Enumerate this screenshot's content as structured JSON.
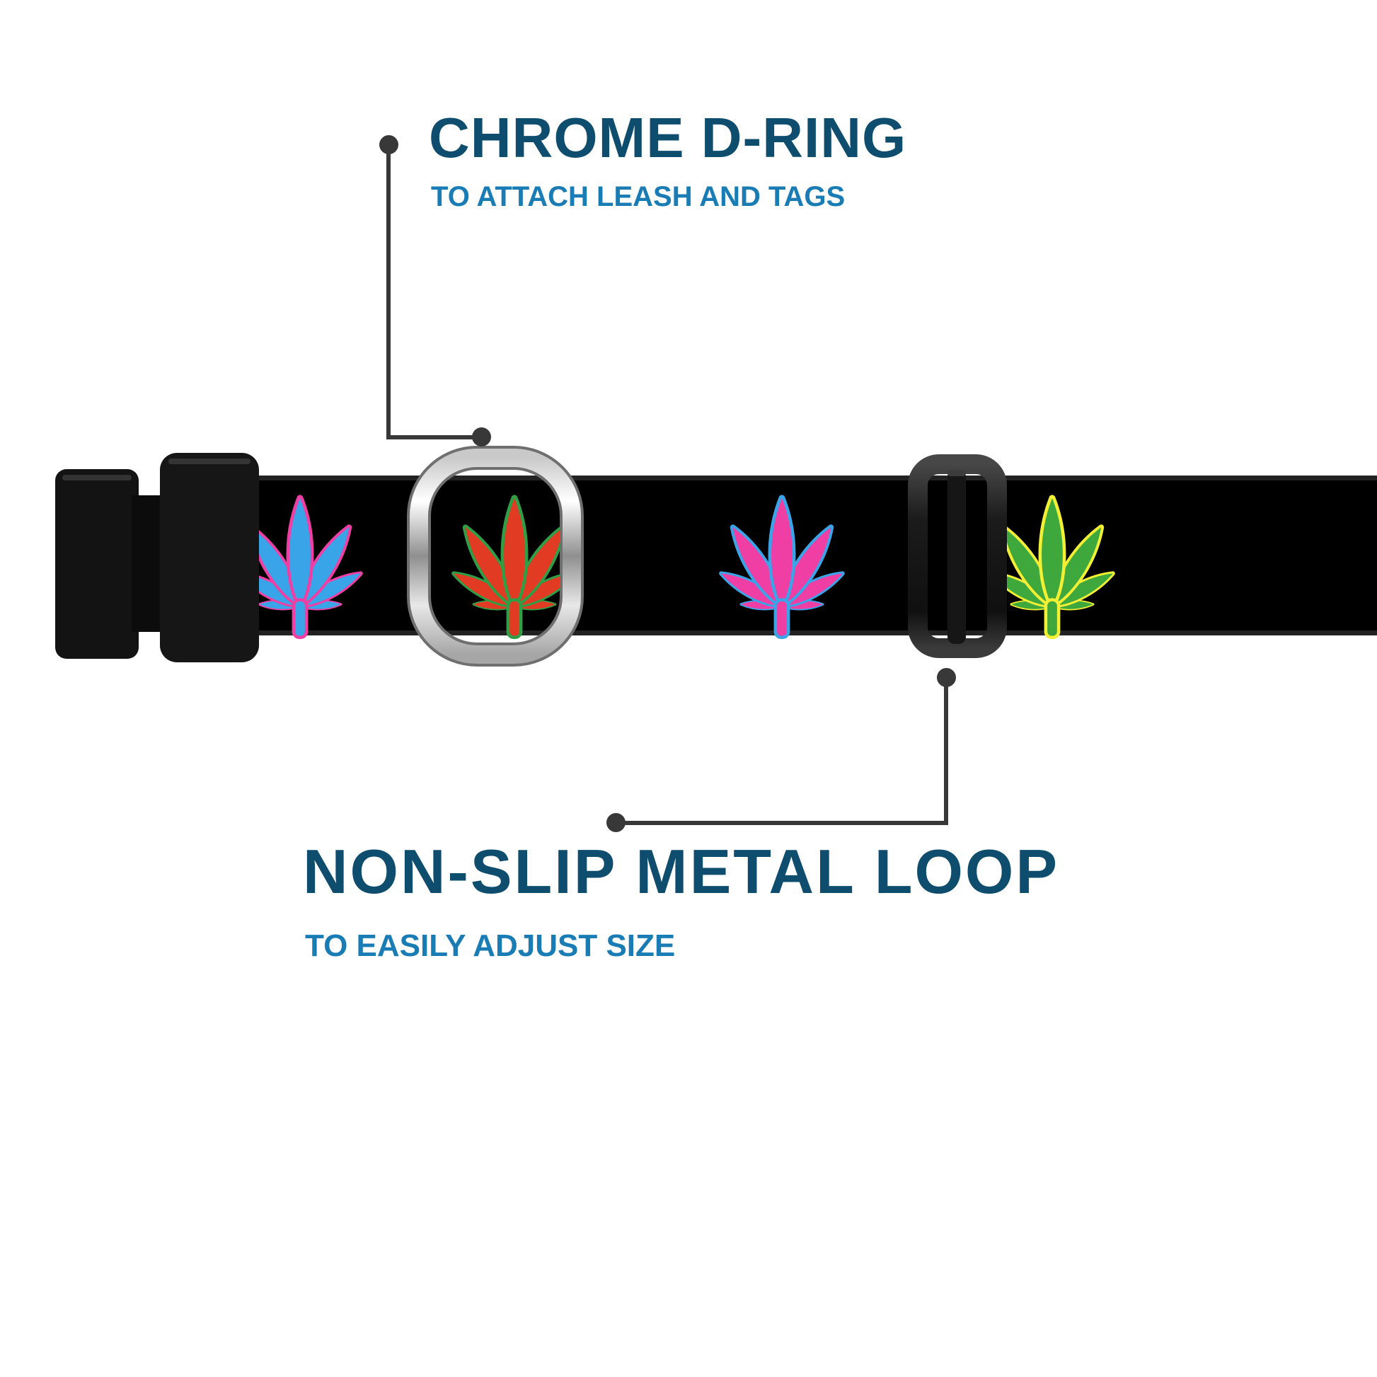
{
  "callouts": {
    "dring": {
      "title": "CHROME D-RING",
      "subtitle": "TO ATTACH LEASH AND TAGS"
    },
    "loop": {
      "title": "NON-SLIP METAL LOOP",
      "subtitle": "TO EASILY ADJUST SIZE"
    }
  },
  "colors": {
    "page_bg": "#ffffff",
    "title_color": "#0e4d6e",
    "subtitle_color": "#1a7cb5",
    "callout_line": "#383838"
  },
  "collar": {
    "strap_color": "#000000",
    "leaves": [
      {
        "name": "cannabis-leaf-blue-with-pink-outline",
        "fill": "#3aa4e8",
        "stroke": "#ef3fa4"
      },
      {
        "name": "cannabis-leaf-red-with-green-outline",
        "fill": "#e23b24",
        "stroke": "#2f9e45"
      },
      {
        "name": "cannabis-leaf-pink-with-blue-outline",
        "fill": "#ef3fa4",
        "stroke": "#3aa4e8"
      },
      {
        "name": "cannabis-leaf-green-with-yellow-outline",
        "fill": "#3fa83c",
        "stroke": "#f2ef35"
      }
    ]
  }
}
